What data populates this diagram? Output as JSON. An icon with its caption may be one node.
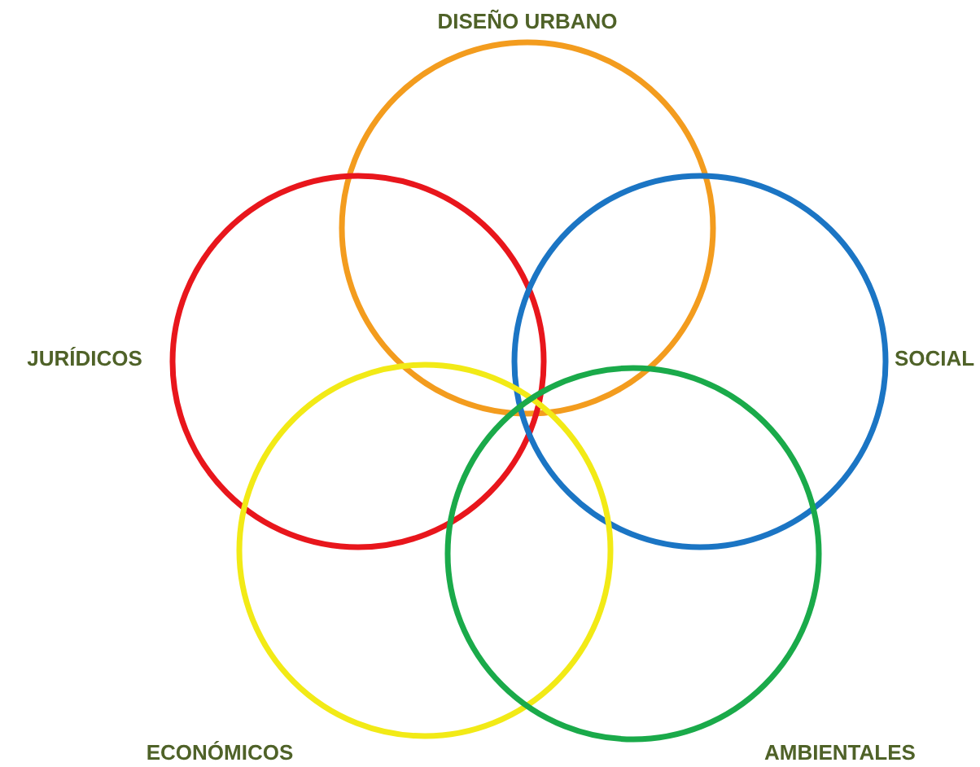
{
  "diagram": {
    "nodes": [
      {
        "text": [
          "DISEÑO URBANO"
        ]
      },
      {
        "text": [
          "JURÍDICOS"
        ]
      },
      {
        "text": [
          "SOCIAL"
        ]
      },
      {
        "text": [
          "ECONÓMICOS"
        ]
      },
      {
        "text": [
          "AMBIENTALES"
        ]
      }
    ]
  }
}
